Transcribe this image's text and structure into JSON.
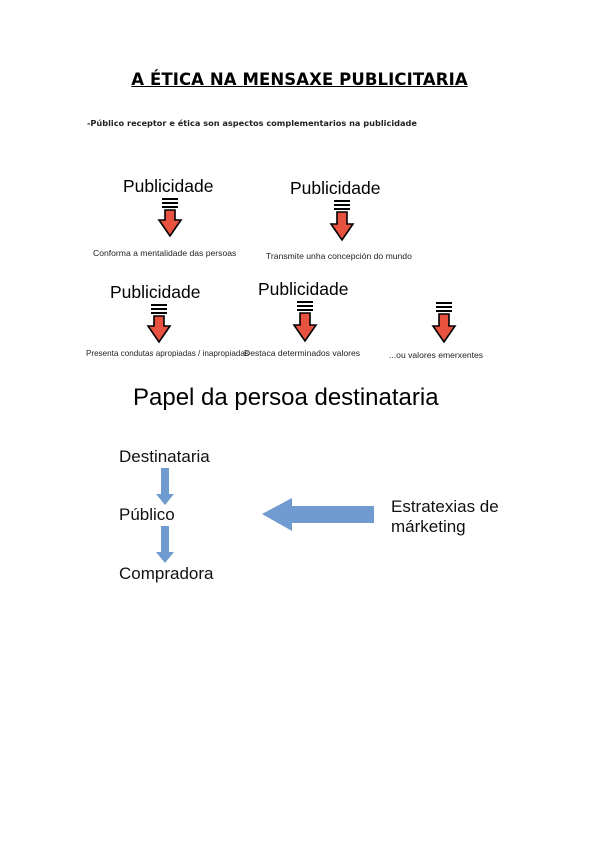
{
  "document": {
    "title": "A ÉTICA NA MENSAXE PUBLICITARIA",
    "intro": "-Público receptor e ética son aspectos complementarios na publicidade"
  },
  "effects": {
    "labels": [
      "Publicidade",
      "Publicidade",
      "Publicidade",
      "Publicidade"
    ],
    "captions": [
      "Conforma a mentalidade das persoas",
      "Transmite unha concepción do mundo",
      "Presenta condutas apropiadas / inapropiadas",
      "Destaca determinados valores",
      "...ou valores emerxentes"
    ]
  },
  "role": {
    "heading": "Papel da persoa destinataria",
    "steps": [
      "Destinataria",
      "Público",
      "Compradora"
    ],
    "strategies": "Estratexias de márketing"
  },
  "colors": {
    "red_arrow": "#e8533f",
    "blue_arrow": "#6f9bd1"
  },
  "icons": {
    "effect_arrow": "striped-down-arrow-icon",
    "flow_arrow": "down-arrow-icon",
    "influence_arrow": "left-arrow-icon"
  }
}
